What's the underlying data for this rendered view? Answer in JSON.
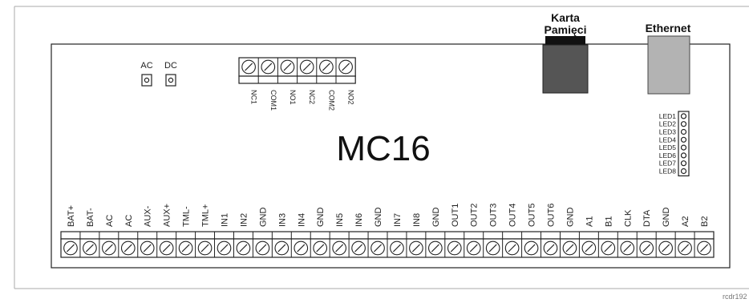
{
  "board": {
    "model": "MC16",
    "ac_dc_jumpers": [
      "AC",
      "DC"
    ],
    "relay_terminals": [
      "NC1",
      "COM1",
      "NO1",
      "NC2",
      "COM2",
      "NO2"
    ],
    "memory_card_label": [
      "Karta",
      "Pamięci"
    ],
    "ethernet_label": "Ethernet",
    "leds": [
      "LED1",
      "LED2",
      "LED3",
      "LED4",
      "LED5",
      "LED6",
      "LED7",
      "LED8"
    ],
    "bottom_terminals": [
      "BAT+",
      "BAT-",
      "AC",
      "AC",
      "AUX-",
      "AUX+",
      "TML-",
      "TML+",
      "IN1",
      "IN2",
      "GND",
      "IN3",
      "IN4",
      "GND",
      "IN5",
      "IN6",
      "GND",
      "IN7",
      "IN8",
      "GND",
      "OUT1",
      "OUT2",
      "OUT3",
      "OUT4",
      "OUT5",
      "OUT6",
      "GND",
      "A1",
      "B1",
      "CLK",
      "DTA",
      "GND",
      "A2",
      "B2"
    ],
    "drawing_code": "rcdr192"
  },
  "colors": {
    "outline": "#222222",
    "frame": "#aaaaaa",
    "memory_card": "#555555",
    "memory_card_slot": "#111111",
    "ethernet_port": "#b3b3b3"
  }
}
